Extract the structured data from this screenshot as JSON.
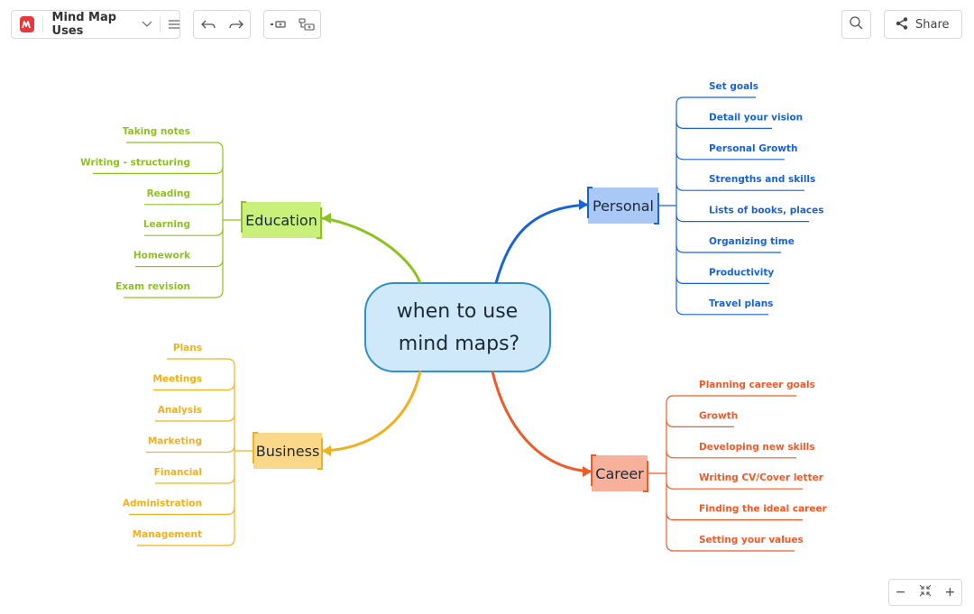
{
  "toolbar": {
    "title": "Mind Map Uses",
    "share_label": "Share"
  },
  "icons": {
    "app_logo": "mindmeister-logo-icon",
    "title_dropdown": "chevron-down-icon",
    "menu": "hamburger-menu-icon",
    "undo": "undo-icon",
    "redo": "redo-icon",
    "add_topic": "add-sibling-topic-icon",
    "add_subtopic": "add-subtopic-icon",
    "search": "search-icon",
    "share": "share-icon",
    "zoom_out": "minus-icon",
    "fit": "fit-to-screen-icon",
    "zoom_in": "plus-icon"
  },
  "zoom": {
    "minus": "−",
    "plus": "+"
  },
  "map": {
    "root": {
      "line1": "when to use",
      "line2": "mind maps?"
    },
    "branches": [
      {
        "key": "education",
        "label": "Education",
        "color": "#8dc21f",
        "fill": "#c9f07a",
        "children": [
          "Taking notes",
          "Writing - structuring",
          "Reading",
          "Learning",
          "Homework",
          "Exam revision"
        ]
      },
      {
        "key": "business",
        "label": "Business",
        "color": "#f2b01e",
        "fill": "#fbd889",
        "children": [
          "Plans",
          "Meetings",
          "Analysis",
          "Marketing",
          "Financial",
          "Administration",
          "Management"
        ]
      },
      {
        "key": "personal",
        "label": "Personal",
        "color": "#1a63d6",
        "fill": "#a9c8f5",
        "children": [
          "Set goals",
          "Detail your vision",
          "Personal Growth",
          "Strengths and skills",
          "Lists of books, places",
          "Organizing time",
          "Productivity",
          "Travel plans"
        ]
      },
      {
        "key": "career",
        "label": "Career",
        "color": "#f05a28",
        "fill": "#f7b19b",
        "children": [
          "Planning career goals",
          "Growth",
          "Developing new skills",
          "Writing CV/Cover letter",
          "Finding the ideal career",
          "Setting  your values"
        ]
      }
    ]
  }
}
